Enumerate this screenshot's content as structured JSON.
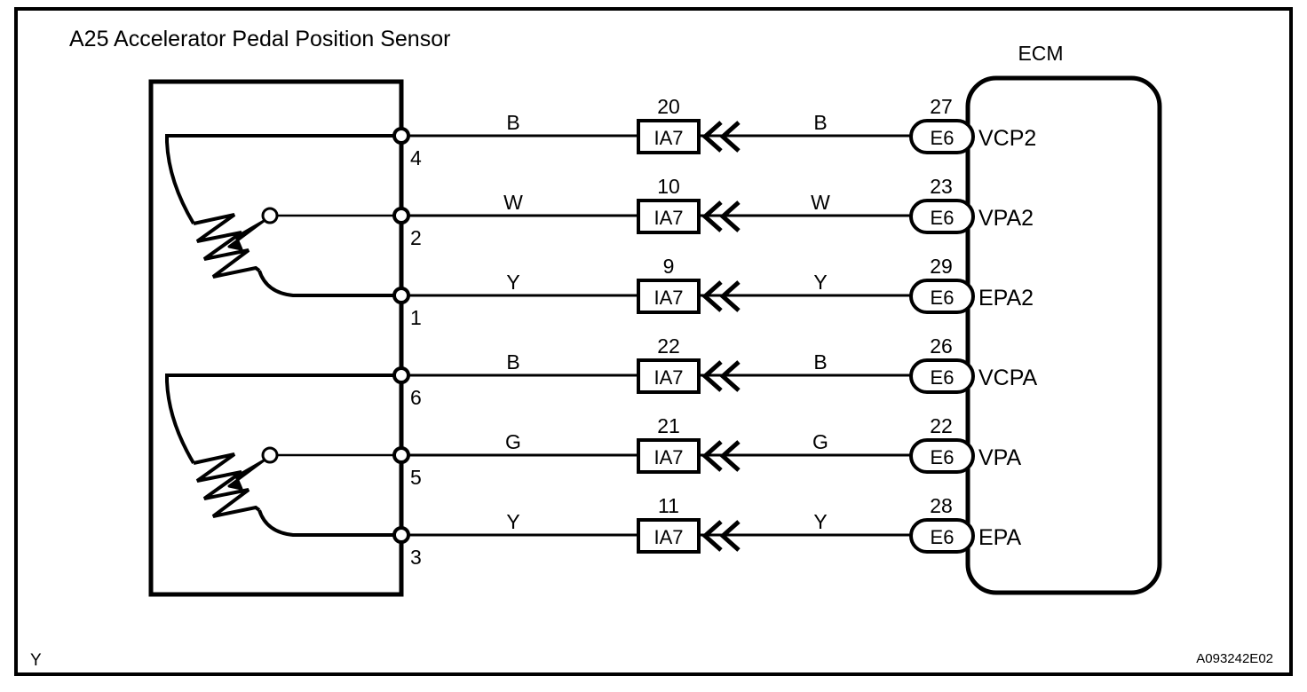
{
  "figure": {
    "title": "A25  Accelerator Pedal Position Sensor",
    "ecm_label": "ECM",
    "corner_label": "Y",
    "figure_id": "A093242E02",
    "line_color": "#000000",
    "background_color": "#ffffff"
  },
  "rows": [
    {
      "pin": "4",
      "wire_color_left": "B",
      "splice_number": "20",
      "splice_label": "IA7",
      "wire_color_right": "B",
      "ecm_pin": "27",
      "ecm_connector": "E6",
      "signal": "VCP2"
    },
    {
      "pin": "2",
      "wire_color_left": "W",
      "splice_number": "10",
      "splice_label": "IA7",
      "wire_color_right": "W",
      "ecm_pin": "23",
      "ecm_connector": "E6",
      "signal": "VPA2"
    },
    {
      "pin": "1",
      "wire_color_left": "Y",
      "splice_number": "9",
      "splice_label": "IA7",
      "wire_color_right": "Y",
      "ecm_pin": "29",
      "ecm_connector": "E6",
      "signal": "EPA2"
    },
    {
      "pin": "6",
      "wire_color_left": "B",
      "splice_number": "22",
      "splice_label": "IA7",
      "wire_color_right": "B",
      "ecm_pin": "26",
      "ecm_connector": "E6",
      "signal": "VCPA"
    },
    {
      "pin": "5",
      "wire_color_left": "G",
      "splice_number": "21",
      "splice_label": "IA7",
      "wire_color_right": "G",
      "ecm_pin": "22",
      "ecm_connector": "E6",
      "signal": "VPA"
    },
    {
      "pin": "3",
      "wire_color_left": "Y",
      "splice_number": "11",
      "splice_label": "IA7",
      "wire_color_right": "Y",
      "ecm_pin": "28",
      "ecm_connector": "E6",
      "signal": "EPA"
    }
  ],
  "potentiometers": [
    {
      "name": "sensor-element-1",
      "top_pin": "4",
      "wiper_pin": "2",
      "bottom_pin": "1"
    },
    {
      "name": "sensor-element-2",
      "top_pin": "6",
      "wiper_pin": "5",
      "bottom_pin": "3"
    }
  ]
}
